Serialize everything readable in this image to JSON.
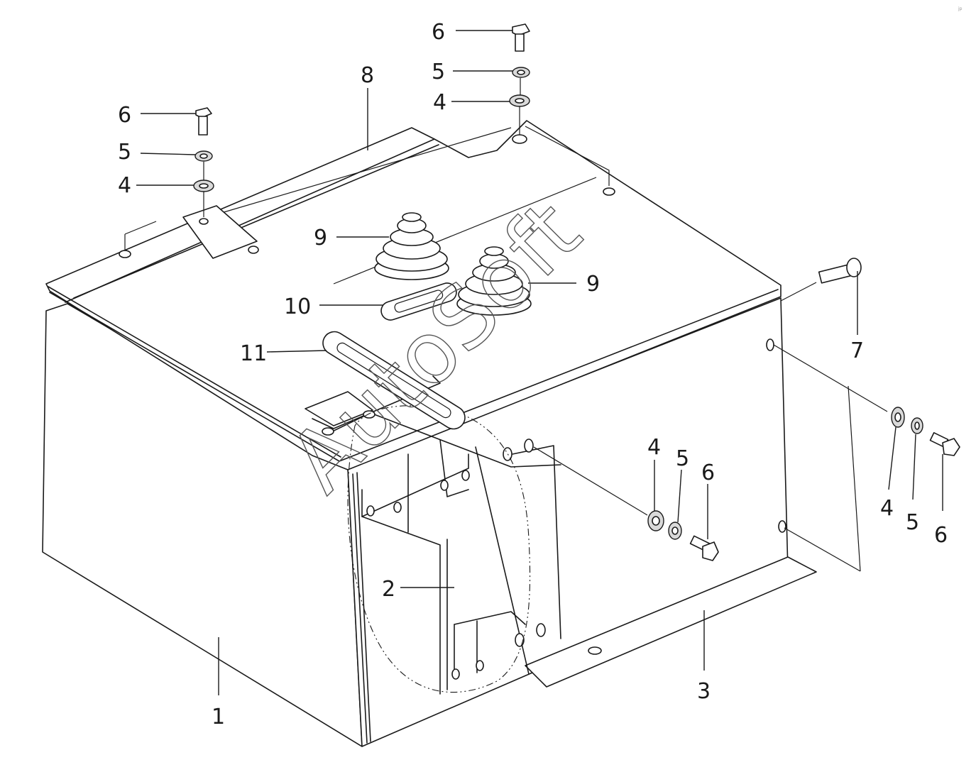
{
  "diagram": {
    "watermark": "AutoSoft",
    "corner_mark": "jp",
    "callouts": [
      {
        "id": "c-1",
        "label": "1"
      },
      {
        "id": "c-2",
        "label": "2"
      },
      {
        "id": "c-3",
        "label": "3"
      },
      {
        "id": "c-4a",
        "label": "4"
      },
      {
        "id": "c-4b",
        "label": "4"
      },
      {
        "id": "c-4c",
        "label": "4"
      },
      {
        "id": "c-4d",
        "label": "4"
      },
      {
        "id": "c-5a",
        "label": "5"
      },
      {
        "id": "c-5b",
        "label": "5"
      },
      {
        "id": "c-5c",
        "label": "5"
      },
      {
        "id": "c-5d",
        "label": "5"
      },
      {
        "id": "c-6a",
        "label": "6"
      },
      {
        "id": "c-6b",
        "label": "6"
      },
      {
        "id": "c-6c",
        "label": "6"
      },
      {
        "id": "c-6d",
        "label": "6"
      },
      {
        "id": "c-7",
        "label": "7"
      },
      {
        "id": "c-8",
        "label": "8"
      },
      {
        "id": "c-9a",
        "label": "9"
      },
      {
        "id": "c-9b",
        "label": "9"
      },
      {
        "id": "c-10",
        "label": "10"
      },
      {
        "id": "c-11",
        "label": "11"
      }
    ]
  }
}
